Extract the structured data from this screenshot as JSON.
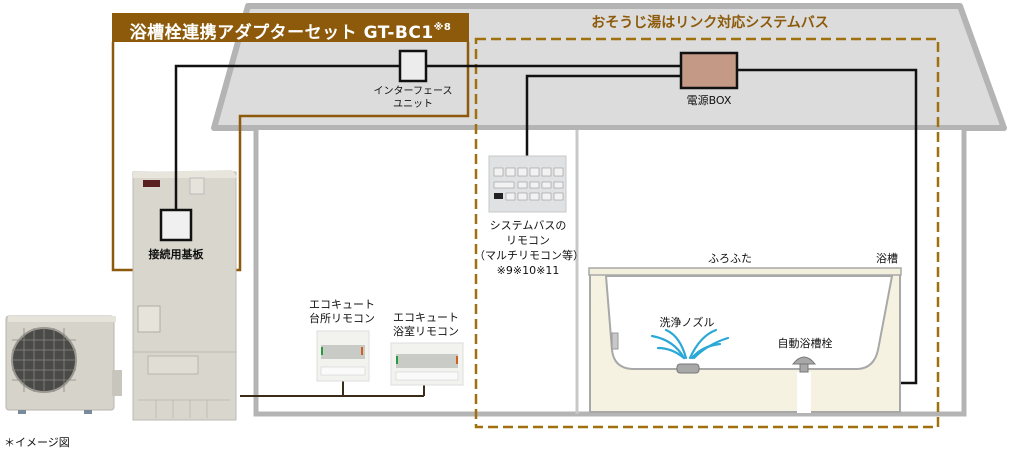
{
  "adapter_set": {
    "title": "浴槽栓連携アダプターセット GT-BC1",
    "note_ref": "※8"
  },
  "system_bath": {
    "title": "おそうじ湯はリンク対応システムバス"
  },
  "components": {
    "interface_unit": {
      "line1": "インターフェース",
      "line2": "ユニット"
    },
    "power_box": {
      "label": "電源BOX"
    },
    "connection_board": {
      "label": "接続用基板"
    },
    "system_bath_remote": {
      "line1": "システムバスの",
      "line2": "リモコン",
      "line3": "（マルチリモコン等）",
      "line4": "※9※10※11"
    },
    "kitchen_remote": {
      "line1": "エコキュート",
      "line2": "台所リモコン"
    },
    "bath_remote": {
      "line1": "エコキュート",
      "line2": "浴室リモコン"
    },
    "bath_lid": {
      "label": "ふろふた"
    },
    "bathtub": {
      "label": "浴槽"
    },
    "cleaning_nozzle": {
      "label": "洗浄ノズル"
    },
    "auto_drain_plug": {
      "label": "自動浴槽栓"
    }
  },
  "colors": {
    "adapter_brown": "#8c5a0a",
    "dash_brown": "#a0700f",
    "roof_gray": "#dcdcdc",
    "wall_gray": "#b4b4b4",
    "power_box_fill": "#c49a86",
    "tub_fill": "#f6f2e2",
    "water_blue": "#2aa9d6"
  },
  "footnote": "＊イメージ図"
}
